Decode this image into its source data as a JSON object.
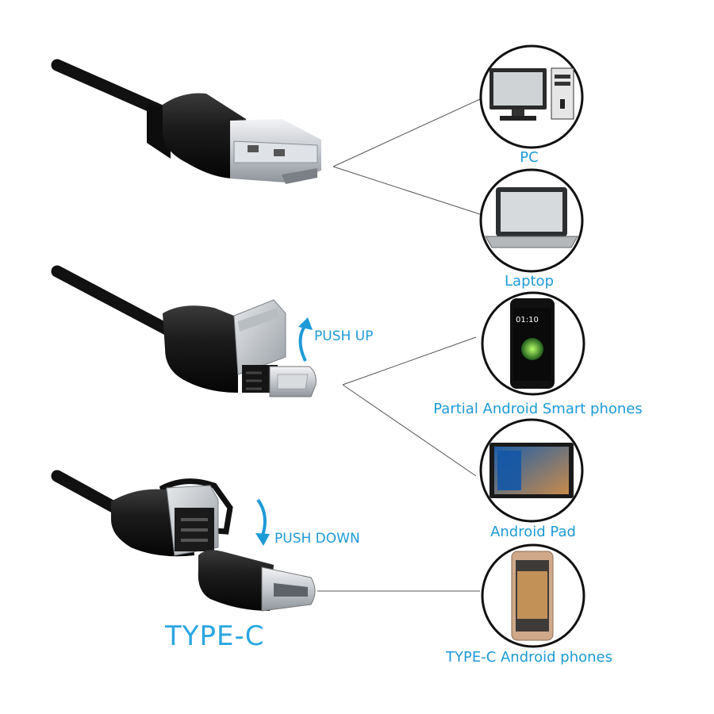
{
  "connectors": {
    "push_up_label": "PUSH UP",
    "push_down_label": "PUSH DOWN",
    "type_c_label": "TYPE-C"
  },
  "devices": [
    {
      "label": "PC",
      "icon": "pc-icon"
    },
    {
      "label": "Laptop",
      "icon": "laptop-icon"
    },
    {
      "label": "Partial Android Smart phones",
      "icon": "smartphone-icon"
    },
    {
      "label": "Android Pad",
      "icon": "tablet-icon"
    },
    {
      "label": "TYPE-C Android phones",
      "icon": "type-c-phone-icon"
    }
  ],
  "phone_screen": {
    "time": "01:10"
  },
  "colors": {
    "accent": "#1e9ad6",
    "cable": "#1a1a1a",
    "metal": "#c8ccd0"
  }
}
